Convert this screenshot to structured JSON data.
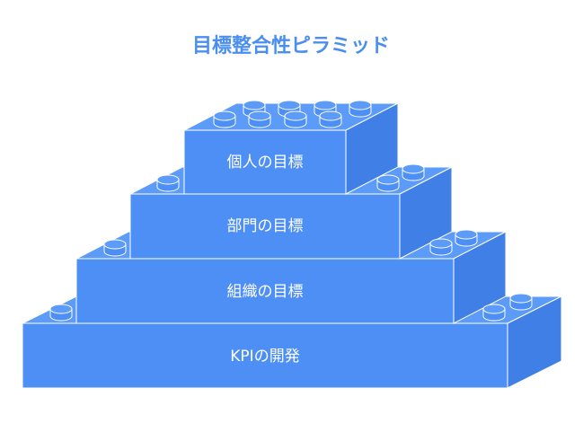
{
  "title": "目標整合性ピラミッド",
  "levels": [
    {
      "label": "個人の目標"
    },
    {
      "label": "部門の目標"
    },
    {
      "label": "組織の目標"
    },
    {
      "label": "KPIの開発"
    }
  ],
  "colors": {
    "title": "#4a8ff0",
    "brick_front": "#4d8ff5",
    "brick_top": "#5c9bf7",
    "brick_side": "#3f7fe6",
    "outline": "#ffffff",
    "label": "#ffffff"
  }
}
